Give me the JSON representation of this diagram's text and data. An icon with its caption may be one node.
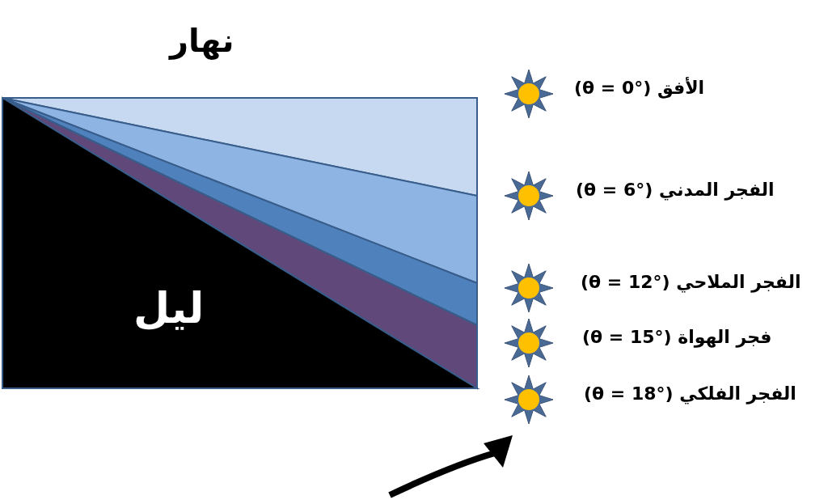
{
  "diagram": {
    "labels": [
      "نهار",
      "ليل",
      "الأفق (θ = 0°)",
      "الفجر المدني (θ = 6°)",
      "الفجر الملاحي (θ = 12°)",
      "فجر الهواة (θ = 15°)",
      "الفجر الفلكي (θ = 18°)"
    ]
  }
}
